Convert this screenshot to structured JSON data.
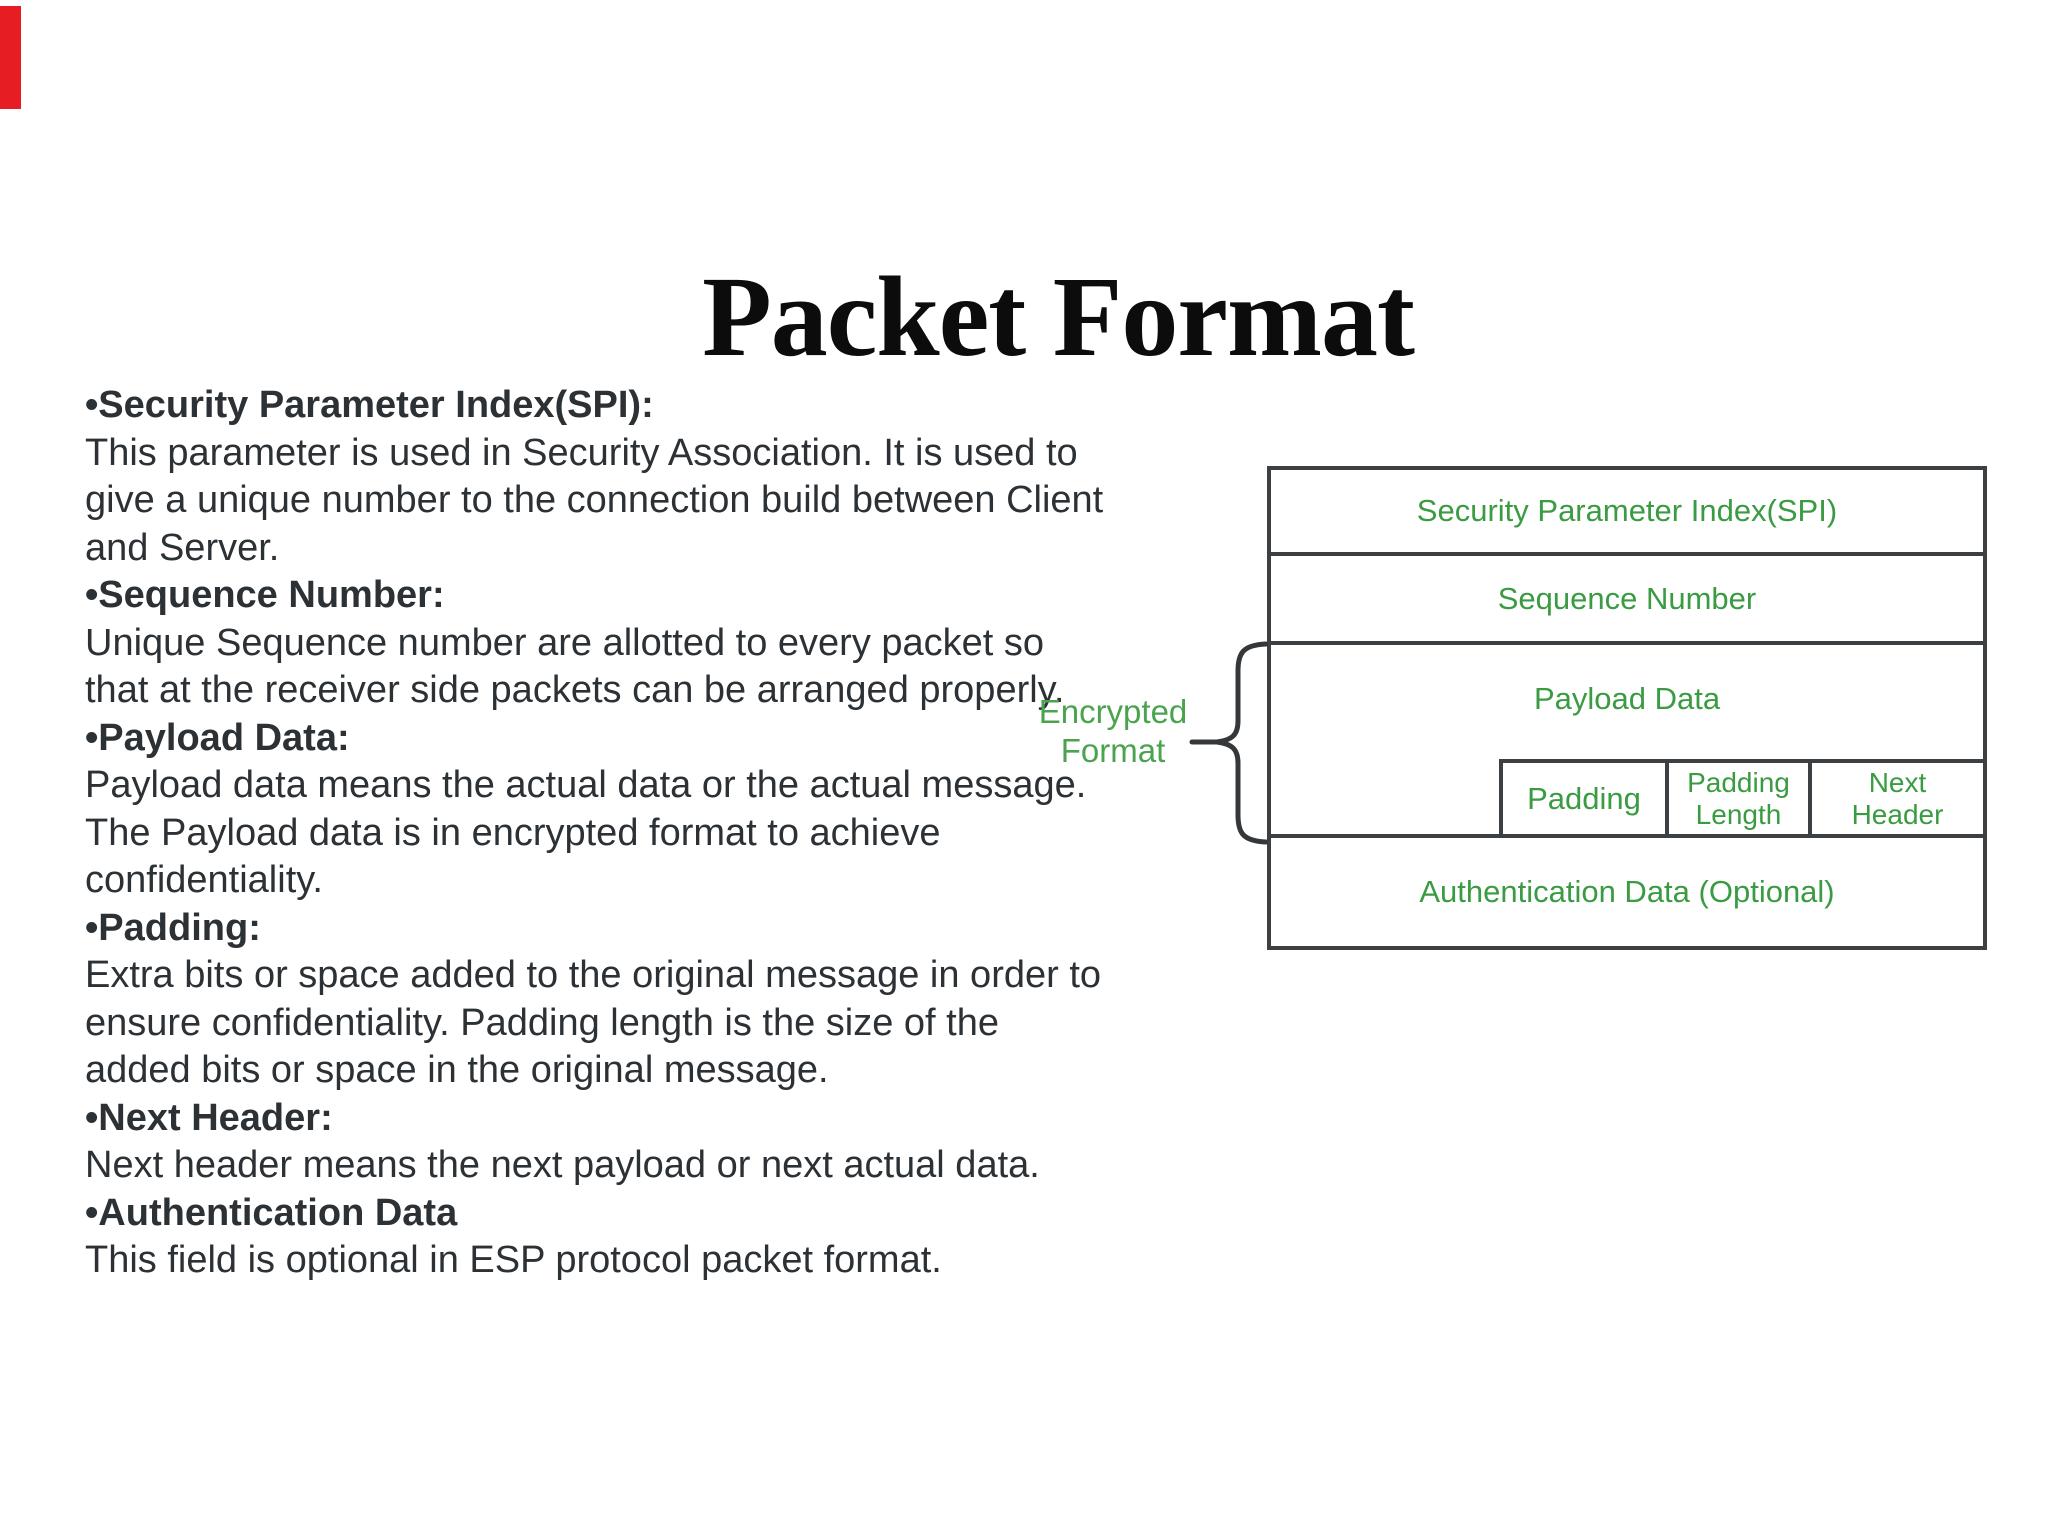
{
  "page": {
    "background_color": "#ffffff",
    "accent_bar_color": "#e61e24",
    "body_text_color": "#2c3135",
    "diagram_text_color": "#3a9b42",
    "diagram_border_color": "#3d4043"
  },
  "title": "Packet Format",
  "content": {
    "sections": [
      {
        "heading": "•Security Parameter Index(SPI):",
        "body": "This parameter is used in Security Association. It is used to\ngive a unique number to the connection build between Client\nand Server."
      },
      {
        "heading": "•Sequence Number:",
        "body": "Unique Sequence number are allotted to every packet so\nthat at the receiver side packets can be arranged properly."
      },
      {
        "heading": "•Payload Data:",
        "body": "Payload data means the actual data or the actual message.\nThe Payload data is in encrypted format to achieve\nconfidentiality."
      },
      {
        "heading": "•Padding:",
        "body": "Extra bits or space added to the original message in order to\nensure confidentiality. Padding length is the size of the\nadded bits or space in the original message."
      },
      {
        "heading": "•Next Header:",
        "body": "Next header means the next payload or next actual data."
      },
      {
        "heading": "•Authentication Data",
        "body": "This field is optional in ESP protocol packet format."
      }
    ]
  },
  "diagram": {
    "rows": [
      {
        "label": "Security Parameter Index(SPI)"
      },
      {
        "label": "Sequence Number"
      },
      {
        "label": "Payload Data"
      },
      {
        "label": "Authentication Data (Optional)"
      }
    ],
    "trailer_cells": [
      {
        "label": "Padding"
      },
      {
        "label": "Padding\nLength"
      },
      {
        "label": "Next\nHeader"
      }
    ],
    "side_label": "Encrypted\nFormat"
  }
}
